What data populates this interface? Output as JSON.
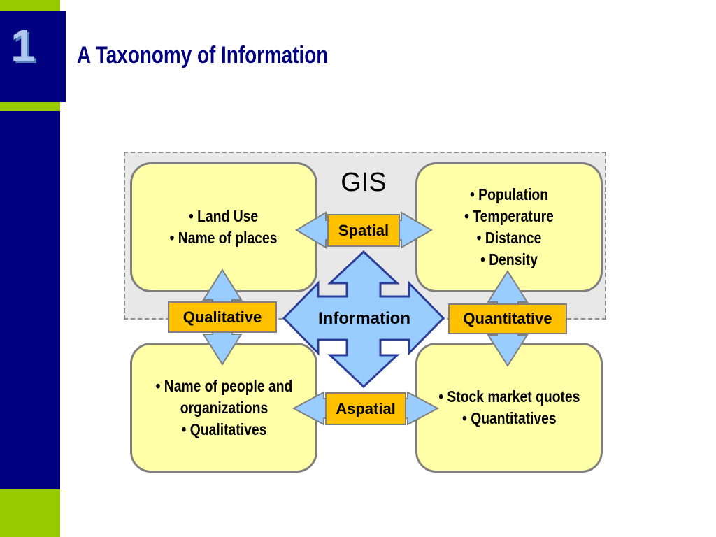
{
  "slide": {
    "number": "1",
    "title": "A Taxonomy of Information"
  },
  "diagram": {
    "region_label": "GIS",
    "center_label": "Information",
    "axis_labels": {
      "top": "Spatial",
      "bottom": "Aspatial",
      "left": "Qualitative",
      "right": "Quantitative"
    },
    "quadrants": {
      "top_left": [
        "• Land Use",
        "• Name of places"
      ],
      "top_right": [
        "• Population",
        "• Temperature",
        "• Distance",
        "• Density"
      ],
      "bottom_left": [
        "• Name of people and",
        "organizations",
        "• Qualitatives"
      ],
      "bottom_right": [
        "• Stock market quotes",
        "• Quantitatives"
      ]
    }
  },
  "colors": {
    "navy": "#000080",
    "lime": "#99cc00",
    "quadrant_fill": "#ffffa8",
    "label_fill": "#ffc000",
    "arrow_fill": "#99ccff",
    "arrow_stroke": "#3344aa",
    "region_fill": "#e8e8e8"
  }
}
